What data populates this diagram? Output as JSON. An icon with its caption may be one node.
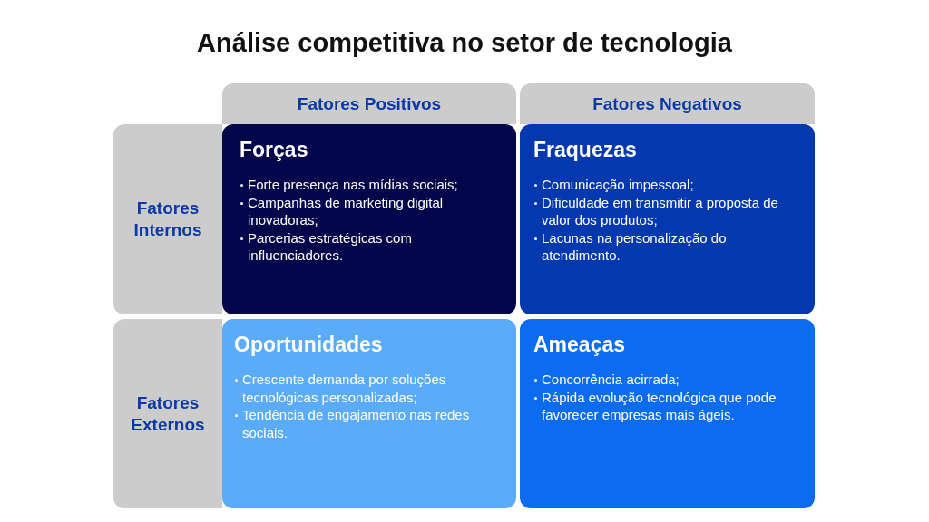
{
  "diagram": {
    "title": "Análise competitiva no setor de tecnologia",
    "nodes": [
      {
        "text": [
          "Fatores Positivos"
        ]
      },
      {
        "text": [
          "Fatores Negativos"
        ]
      },
      {
        "text": [
          "Fatores Internos"
        ]
      },
      {
        "text": [
          "Forças",
          "Forte presença nas mídias sociais;",
          "Campanhas de marketing digital inovadoras;",
          "Parcerias estratégicas com influenciadores."
        ]
      },
      {
        "text": [
          "Fraquezas",
          "Comunicação impessoal;",
          "Dificuldade em transmitir a proposta de valor dos produtos;",
          "Lacunas na personalização do atendimento."
        ]
      },
      {
        "text": [
          "Fatores Externos"
        ]
      },
      {
        "text": [
          "Oportunidades",
          "Crescente demanda por soluções tecnológicas personalizadas;",
          "Tendência de engajamento nas redes sociais."
        ]
      },
      {
        "text": [
          "Ameaças",
          "Concorrência acirrada;",
          "Rápida evolução tecnológica que pode favorecer empresas mais ágeis."
        ]
      }
    ]
  }
}
